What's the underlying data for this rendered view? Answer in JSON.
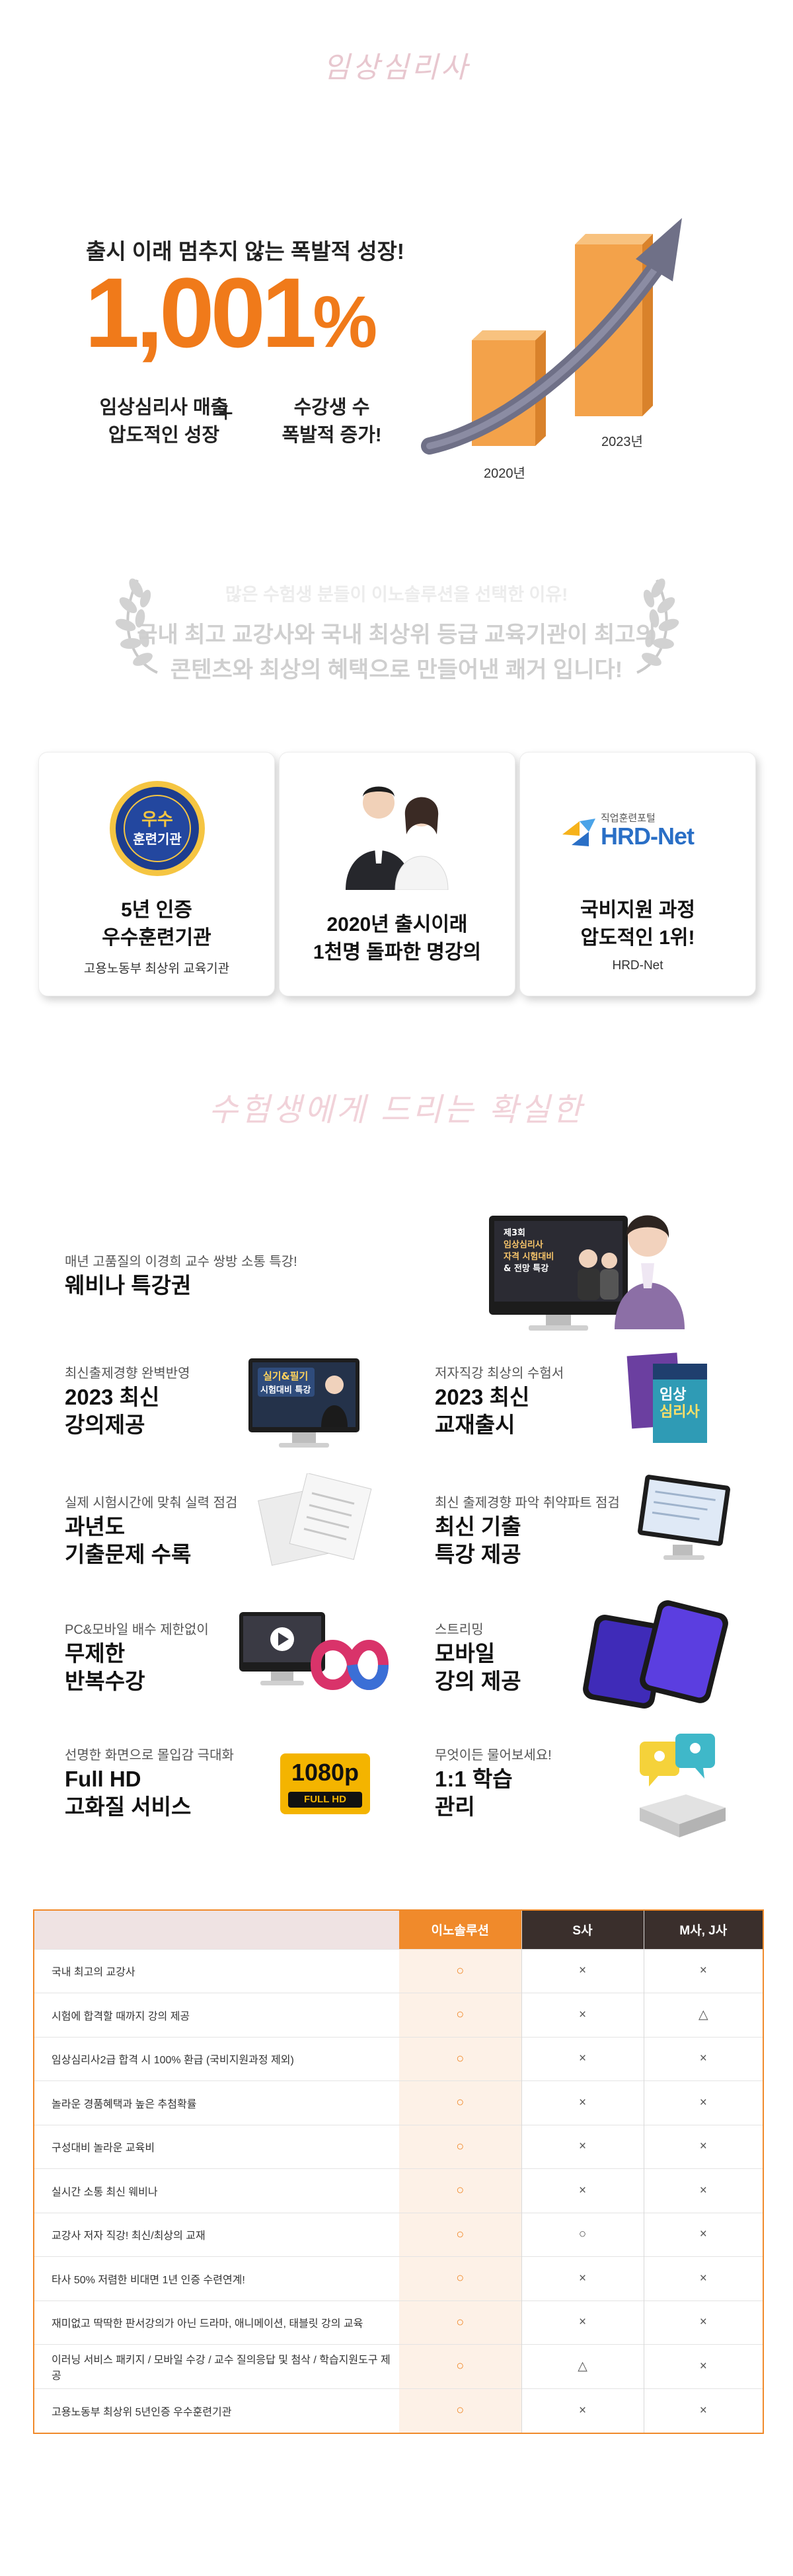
{
  "section1": {
    "script_title": "임상심리사",
    "tagline": "출시 이래 멈추지 않는 폭발적 성장!",
    "big_number": "1,001",
    "big_unit": "%",
    "sub_a": [
      "임상심리사 매출",
      "압도적인 성장"
    ],
    "plus": "+",
    "sub_b": [
      "수강생 수",
      "폭발적 증가!"
    ],
    "year_start": "2020년",
    "year_end": "2023년",
    "bar_color": "#f3a24a",
    "arrow_color": "#6f7087"
  },
  "section2": {
    "small": "많은 수험생 분들이 이노솔루션을 선택한 이유!",
    "main": [
      "국내 최고 교강사와 국내 최상위 등급 교육기관이 최고의",
      "콘텐츠와 최상의 혜택으로 만들어낸 쾌거 입니다!"
    ],
    "cards": [
      {
        "badge": {
          "title": "우수",
          "subtitle": "훈련기관",
          "icon": "excellence-seal-icon"
        },
        "title": [
          "5년 인증",
          "우수훈련기관"
        ],
        "sub": "고용노동부 최상위 교육기관"
      },
      {
        "icon": "instructors-photo-icon",
        "title": [
          "2020년 출시이래",
          "1천명 돌파한 명강의"
        ]
      },
      {
        "logo": {
          "small": "직업훈련포털",
          "big": "HRD-Net",
          "icon": "hrd-net-logo-icon"
        },
        "title": [
          "국비지원 과정",
          "압도적인 1위!"
        ],
        "sub": "HRD-Net"
      }
    ]
  },
  "section3": {
    "script_title": "수험생에게 드리는 확실한",
    "webinar": {
      "sub": "매년 고품질의 이경희 교수 쌍방 소통 특강!",
      "main": [
        "웨비나 특강권"
      ],
      "screen": [
        "제3회",
        "임상심리사",
        "자격 시험대비",
        "& 전망 특강"
      ]
    },
    "features": [
      {
        "sub": "최신출제경향 완벽반영",
        "main": [
          "2023 최신",
          "강의제공"
        ],
        "icon": "lecture-monitor-icon",
        "screen": [
          "실기&필기",
          "시험대비 특강"
        ]
      },
      {
        "sub": "저자직강 최상의 수험서",
        "main": [
          "2023 최신",
          "교재출시"
        ],
        "icon": "textbook-icon",
        "book": [
          "임상",
          "심리사"
        ]
      },
      {
        "sub": "실제 시험시간에 맞춰 실력 점검",
        "main": [
          "과년도",
          "기출문제 수록"
        ],
        "icon": "exam-papers-icon"
      },
      {
        "sub": "최신 출제경향 파악 취약파트 점검",
        "main": [
          "최신 기출",
          "특강 제공"
        ],
        "icon": "special-lecture-monitor-icon"
      },
      {
        "sub": "PC&모바일 배수 제한없이",
        "main": [
          "무제한",
          "반복수강"
        ],
        "icon": "infinite-play-icon"
      },
      {
        "sub": "스트리밍",
        "main": [
          "모바일",
          "강의 제공"
        ],
        "icon": "smartphones-icon"
      },
      {
        "sub": "선명한 화면으로 몰입감 극대화",
        "main": [
          "Full HD",
          "고화질 서비스"
        ],
        "icon": "hd-badge-icon",
        "badge": [
          "1080p",
          "FULL HD"
        ]
      },
      {
        "sub": "무엇이든 물어보세요!",
        "main": [
          "1:1 학습",
          "관리"
        ],
        "icon": "qna-chat-icon"
      }
    ]
  },
  "comparison": {
    "headers": [
      "",
      "이노솔루션",
      "S사",
      "M사, J사"
    ],
    "accent": "#f08a2b",
    "rows": [
      {
        "feature": "국내 최고의 교강사",
        "marks": [
          "○",
          "×",
          "×"
        ]
      },
      {
        "feature": "시험에 합격할 때까지 강의 제공",
        "marks": [
          "○",
          "×",
          "△"
        ]
      },
      {
        "feature": "임상심리사2급 합격 시 100% 환급 (국비지원과정 제외)",
        "marks": [
          "○",
          "×",
          "×"
        ]
      },
      {
        "feature": "놀라운 경품혜택과 높은 추첨확률",
        "marks": [
          "○",
          "×",
          "×"
        ]
      },
      {
        "feature": "구성대비 놀라운 교육비",
        "marks": [
          "○",
          "×",
          "×"
        ]
      },
      {
        "feature": "실시간 소통 최신 웨비나",
        "marks": [
          "○",
          "×",
          "×"
        ]
      },
      {
        "feature": "교강사 저자 직강! 최신/최상의 교재",
        "marks": [
          "○",
          "○",
          "×"
        ]
      },
      {
        "feature": "타사 50% 저렴한 비대면 1년 인증 수련연계!",
        "marks": [
          "○",
          "×",
          "×"
        ]
      },
      {
        "feature": "재미없고 딱딱한 판서강의가 아닌 드라마, 애니메이션, 태블릿 강의 교육",
        "marks": [
          "○",
          "×",
          "×"
        ]
      },
      {
        "feature": "이러닝 서비스 패키지 / 모바일 수강 / 교수 질의응답 및 첨삭 / 학습지원도구 제공",
        "marks": [
          "○",
          "△",
          "×"
        ]
      },
      {
        "feature": "고용노동부 최상위 5년인증 우수훈련기관",
        "marks": [
          "○",
          "×",
          "×"
        ]
      }
    ]
  }
}
